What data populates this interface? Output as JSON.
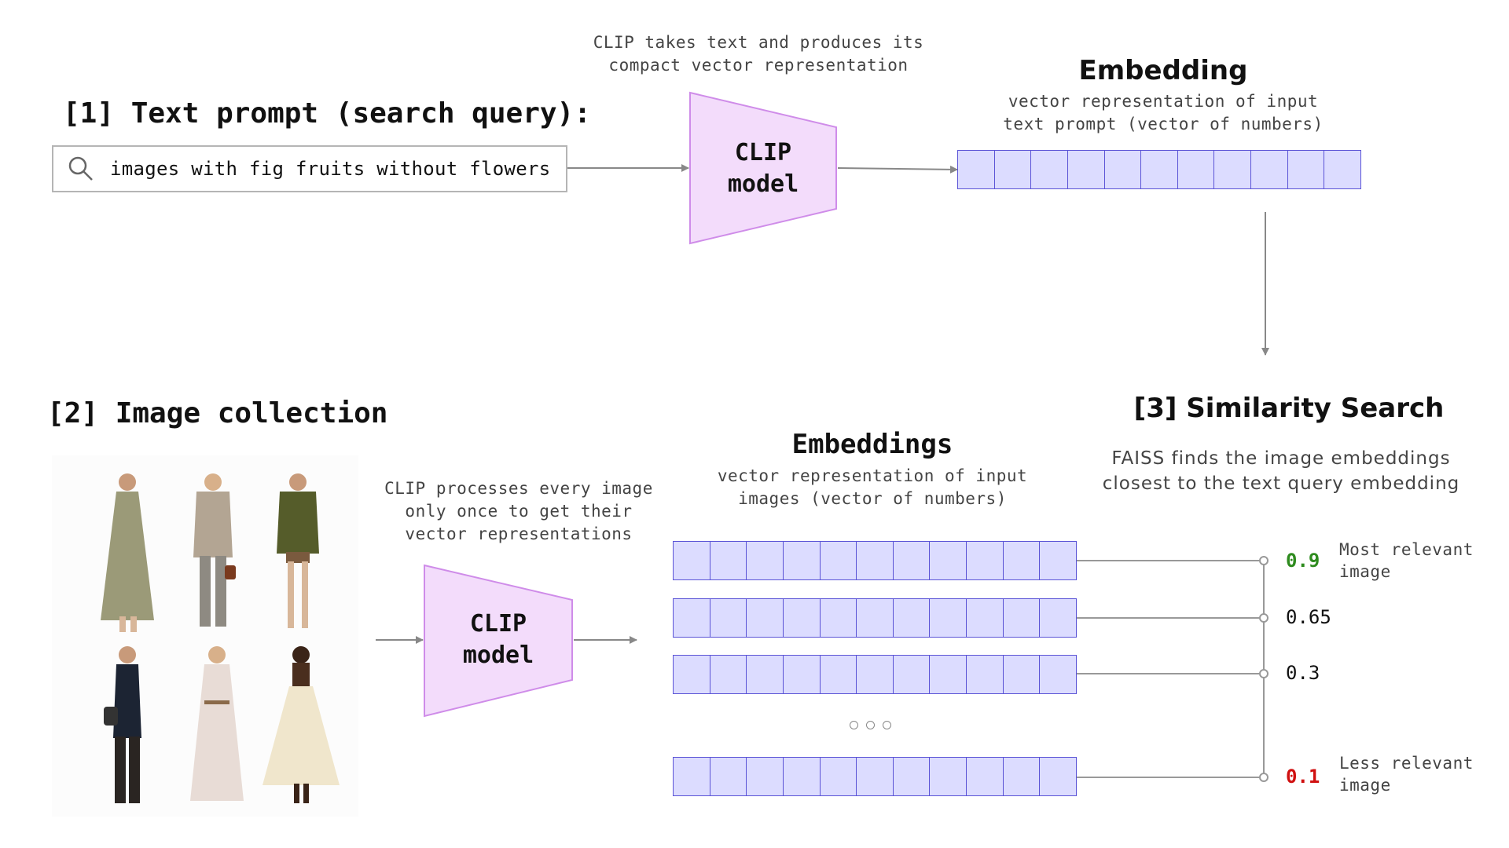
{
  "step1": {
    "heading": "[1] Text prompt (search query):",
    "search_icon": "search-icon",
    "query": "images with fig fruits without flowers"
  },
  "clip_top": {
    "caption": "CLIP takes text and produces its\ncompact vector representation",
    "label": "CLIP\nmodel"
  },
  "text_embedding": {
    "title": "Embedding",
    "caption": "vector representation of input\ntext prompt (vector of numbers)",
    "cells": 11
  },
  "step2": {
    "heading": "[2] Image collection"
  },
  "clip_bottom": {
    "caption": "CLIP processes every image\nonly once to get their\nvector representations",
    "label": "CLIP\nmodel"
  },
  "image_embeddings": {
    "title": "Embeddings",
    "caption": "vector representation of input\nimages (vector of numbers)",
    "cells": 11
  },
  "step3": {
    "heading": "[3] Similarity Search",
    "caption": "FAISS  finds the image embeddings\nclosest to the text query embedding"
  },
  "scores": [
    {
      "value": "0.9",
      "label": "Most relevant\nimage",
      "color": "#2e8b1e"
    },
    {
      "value": "0.65",
      "label": "",
      "color": "#111111"
    },
    {
      "value": "0.3",
      "label": "",
      "color": "#111111"
    },
    {
      "value": "0.1",
      "label": "Less relevant\nimage",
      "color": "#d01010"
    }
  ],
  "colors": {
    "embedding_fill": "#dcdcff",
    "embedding_stroke": "#5a53d6",
    "clip_fill": "#f3dcfb",
    "clip_stroke": "#cf8ce9",
    "arrow": "#888888"
  }
}
